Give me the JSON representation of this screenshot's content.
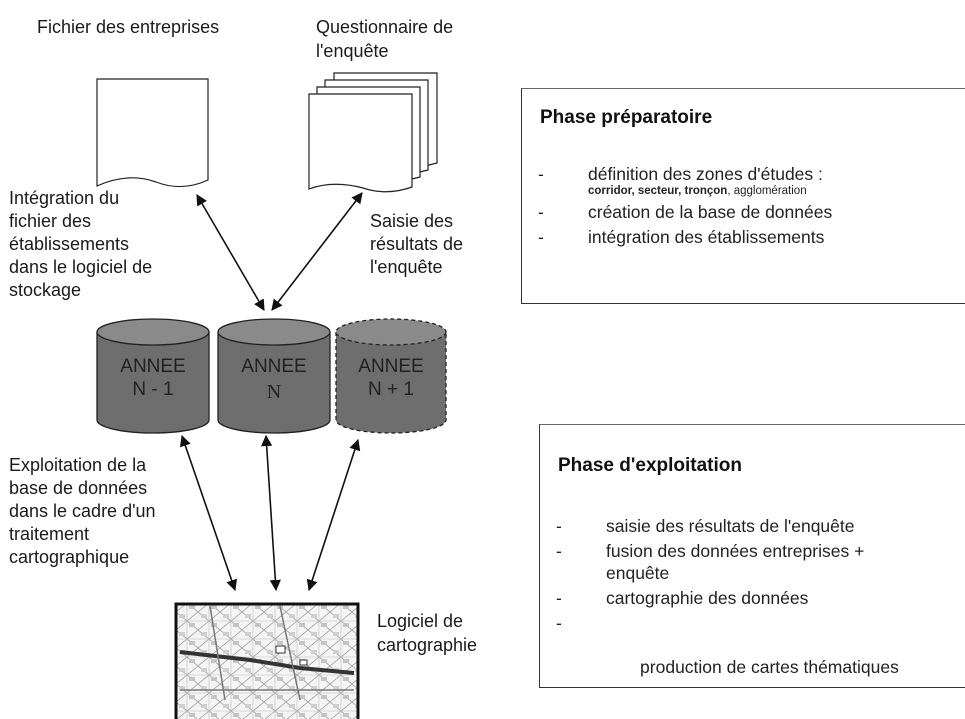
{
  "top_left_label": "Fichier des entreprises",
  "top_right_label_line1": "Questionnaire de",
  "top_right_label_line2": "l'enquête",
  "integration_label": [
    "Intégration du",
    "fichier des",
    "établissements",
    "dans le logiciel de",
    "stockage"
  ],
  "saisie_label": [
    "Saisie des",
    "résultats de",
    "l'enquête"
  ],
  "exploitation_label": [
    "Exploitation de la",
    "base de données",
    "dans le cadre d'un",
    "traitement",
    "cartographique"
  ],
  "logiciel_label": [
    "Logiciel de",
    "cartographie"
  ],
  "cylinders": [
    {
      "line1": "ANNEE",
      "line2": "N - 1",
      "style": "solid"
    },
    {
      "line1": "ANNEE",
      "line2": "N",
      "style": "solid"
    },
    {
      "line1": "ANNEE",
      "line2": "N + 1",
      "style": "dashed"
    }
  ],
  "phase_preparatoire": {
    "title": "Phase préparatoire",
    "items": [
      {
        "text": "définition des zones d'études :",
        "sub_bold": "corridor, secteur, tronçon",
        "sub_plain": ", agglomération"
      },
      {
        "text": "création de la base de données"
      },
      {
        "text": "intégration des établissements"
      }
    ]
  },
  "phase_exploitation": {
    "title": "Phase d'exploitation",
    "items": [
      {
        "text": "saisie des résultats de l'enquête"
      },
      {
        "text": "fusion des données entreprises + enquête"
      },
      {
        "text": "cartographie des données"
      },
      {
        "text": " production de cartes thématiques"
      }
    ]
  },
  "dash": "-",
  "colors": {
    "cylinder_fill": "#6e6e6e",
    "cylinder_top": "#8a8a8a",
    "outline": "#222222"
  }
}
